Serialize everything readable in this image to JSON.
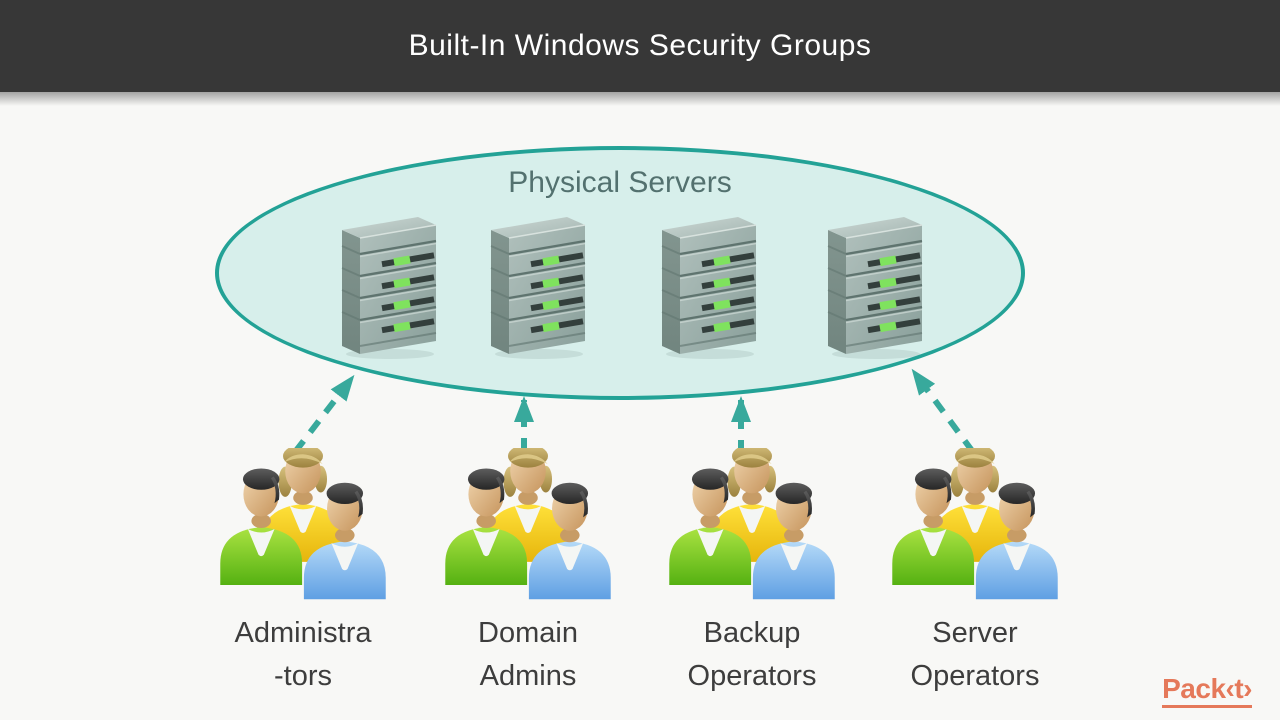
{
  "slide": {
    "title": "Built-In Windows Security Groups",
    "cluster": {
      "label": "Physical Servers",
      "server_count": 4
    },
    "groups": [
      {
        "name": "Administrators",
        "line1": "Administra",
        "line2": "-tors"
      },
      {
        "name": "Domain Admins",
        "line1": "Domain",
        "line2": "Admins"
      },
      {
        "name": "Backup Operators",
        "line1": "Backup",
        "line2": "Operators"
      },
      {
        "name": "Server Operators",
        "line1": "Server",
        "line2": "Operators"
      }
    ],
    "logo_text": "Pack‹t›",
    "colors": {
      "header_bg": "#373737",
      "accent_teal": "#2aa79a",
      "ellipse_fill": "#d7efeb",
      "label_text": "#3d3d3d",
      "cluster_label_text": "#53716f",
      "logo_orange": "#e5795a",
      "led_green": "#7fe25e"
    }
  }
}
